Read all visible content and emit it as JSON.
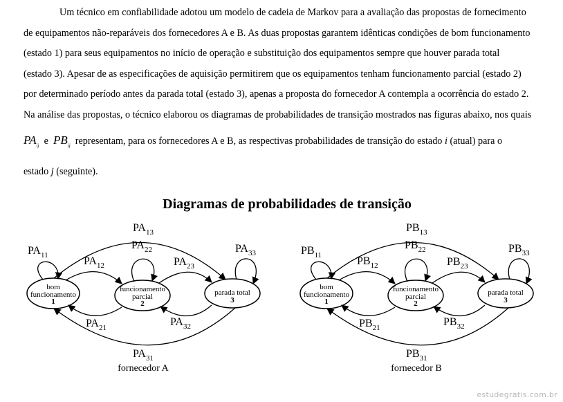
{
  "paragraph": {
    "l1": "Um técnico em confiabilidade adotou um modelo de cadeia de Markov para a avaliação das propostas de fornecimento",
    "l2": "de equipamentos não-reparáveis dos fornecedores A e B. As duas propostas garantem idênticas condições de bom funcionamento",
    "l3": "(estado 1) para seus equipamentos no início de operação e substituição dos equipamentos sempre que houver parada total",
    "l4": "(estado 3). Apesar de as especificações de aquisição permitirem que os equipamentos tenham funcionamento parcial (estado 2)",
    "l5": "por determinado período antes da parada total (estado 3), apenas a proposta do fornecedor A contempla a ocorrência do estado 2.",
    "l6": "Na análise das propostas, o técnico elaborou os diagramas de probabilidades de transição mostrados nas figuras abaixo, nos quais",
    "l7_var_a": "PA",
    "l7_sub_a": "ij",
    "l7_and": "e",
    "l7_var_b": "PB",
    "l7_sub_b": "ij",
    "l7_mid": "representam, para os fornecedores A e B, as respectivas probabilidades de transição do estado",
    "l7_i": "i",
    "l7_mid2": "(atual) para o",
    "l8_pre": "estado",
    "l8_j": "j",
    "l8_post": "(seguinte)."
  },
  "figure": {
    "title": "Diagramas de probabilidades de transição",
    "diagrams": [
      {
        "caption": "fornecedor A",
        "prefix": "PA",
        "states": [
          {
            "line1": "bom",
            "line2": "funcionamento",
            "num": "1"
          },
          {
            "line1": "funcionamento",
            "line2": "parcial",
            "num": "2"
          },
          {
            "line1": "parada total",
            "line2": "",
            "num": "3"
          }
        ],
        "labels": {
          "p11": "11",
          "p12": "12",
          "p13": "13",
          "p21": "21",
          "p22": "22",
          "p23": "23",
          "p31": "31",
          "p32": "32",
          "p33": "33"
        }
      },
      {
        "caption": "fornecedor B",
        "prefix": "PB",
        "states": [
          {
            "line1": "bom",
            "line2": "funcionamento",
            "num": "1"
          },
          {
            "line1": "funcionamento",
            "line2": "parcial",
            "num": "2"
          },
          {
            "line1": "parada total",
            "line2": "",
            "num": "3"
          }
        ],
        "labels": {
          "p11": "11",
          "p12": "12",
          "p13": "13",
          "p21": "21",
          "p22": "22",
          "p23": "23",
          "p31": "31",
          "p32": "32",
          "p33": "33"
        }
      }
    ]
  },
  "watermark": "estudegratis.com.br"
}
